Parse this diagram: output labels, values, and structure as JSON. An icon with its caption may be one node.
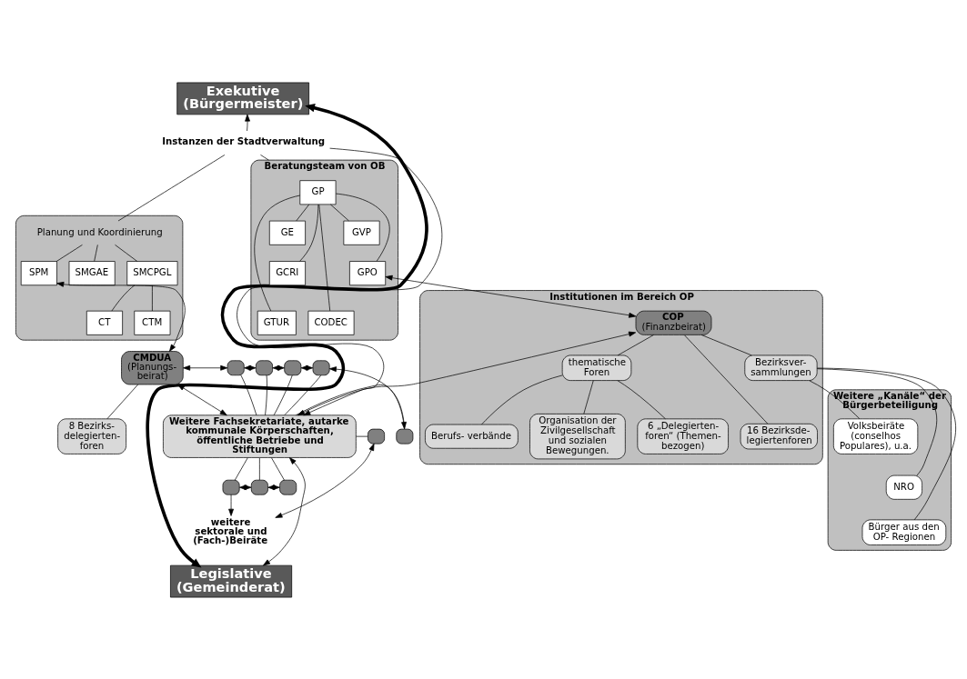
{
  "diagram": {
    "nodes": [
      {
        "text": [
          "Exekutive (Bürgermeister)"
        ]
      },
      {
        "text": [
          "Instanzen der Stadtverwaltung"
        ]
      },
      {
        "text": [],
        "shape": "box"
      },
      {
        "text": [
          "Planung und Koordinierung"
        ],
        "in": 2
      },
      {
        "text": [
          "SPM"
        ],
        "in": 2
      },
      {
        "text": [
          "SMGAE"
        ],
        "in": 2
      },
      {
        "text": [
          "SMCPGL"
        ],
        "in": 2
      },
      {
        "text": [
          "CT"
        ],
        "in": 2
      },
      {
        "text": [
          "CTM"
        ],
        "in": 2
      },
      {
        "text": [
          "Beratungsteam von OB"
        ]
      },
      {
        "text": [
          "GP"
        ],
        "in": 9
      },
      {
        "text": [
          "GE"
        ],
        "in": 9
      },
      {
        "text": [
          "GVP"
        ],
        "in": 9
      },
      {
        "text": [
          "GCRI"
        ],
        "in": 9
      },
      {
        "text": [
          "GPO"
        ],
        "in": 9
      },
      {
        "text": [
          "GTUR"
        ],
        "in": 9
      },
      {
        "text": [
          "CODEC"
        ],
        "in": 9
      },
      {
        "text": [
          "CMDUA",
          "(Planungs- beirat)"
        ]
      },
      {
        "text": [
          "8 Bezirks- delegierten- foren"
        ]
      },
      {
        "text": [
          "Weitere Fachsekretariate, autarke kommunale Körperschaften, öffentliche Betriebe und Stiftungen"
        ]
      },
      {
        "text": [],
        "shape": "box"
      },
      {
        "text": [],
        "shape": "box"
      },
      {
        "text": [],
        "shape": "box"
      },
      {
        "text": [],
        "shape": "box"
      },
      {
        "text": [],
        "shape": "box"
      },
      {
        "text": [],
        "shape": "box"
      },
      {
        "text": [],
        "shape": "box"
      },
      {
        "text": [],
        "shape": "box"
      },
      {
        "text": [],
        "shape": "box"
      },
      {
        "text": [
          "weitere sektorale und (Fach-)Beiräte"
        ]
      },
      {
        "text": [
          "Legislative (Gemeinderat)"
        ]
      },
      {
        "text": [
          "Institutionen im Bereich OP"
        ]
      },
      {
        "text": [
          "COP",
          "(Finanzbeirat)"
        ],
        "in": 31
      },
      {
        "text": [
          "Bezirksver- sammlungen"
        ],
        "in": 31
      },
      {
        "text": [
          "16 Bezirksde- legiertenforen"
        ],
        "in": 31
      },
      {
        "text": [
          "thematische Foren"
        ],
        "in": 31
      },
      {
        "text": [
          "6 „Delegierten- foren“ (Themen- bezogen)"
        ],
        "in": 31
      },
      {
        "text": [
          "Berufs- verbände"
        ],
        "in": 31
      },
      {
        "text": [
          "Organisation der Zivilgesellschaft und sozialen Bewegungen."
        ],
        "in": 31
      },
      {
        "text": [
          "Weitere „Kanäle“ der Bürgerbeteiligung"
        ]
      },
      {
        "text": [
          "Volksbeiräte (conselhos Populares), u.a."
        ],
        "in": 39
      },
      {
        "text": [
          "NRO"
        ],
        "in": 39
      },
      {
        "text": [
          "Bürger aus den OP- Regionen"
        ],
        "in": 39
      }
    ],
    "edges": [
      {
        "from": 1,
        "to": 0,
        "arrow": "to"
      },
      {
        "from": 1,
        "to": 3,
        "arrow": "none"
      },
      {
        "from": 1,
        "to": 9,
        "arrow": "none"
      },
      {
        "from": 1,
        "to": 19,
        "arrow": "to"
      },
      {
        "from": 3,
        "to": 4,
        "arrow": "none"
      },
      {
        "from": 3,
        "to": 5,
        "arrow": "none"
      },
      {
        "from": 3,
        "to": 6,
        "arrow": "none"
      },
      {
        "from": 6,
        "to": 7,
        "arrow": "none"
      },
      {
        "from": 6,
        "to": 8,
        "arrow": "none"
      },
      {
        "from": 10,
        "to": 11,
        "arrow": "none"
      },
      {
        "from": 10,
        "to": 12,
        "arrow": "none"
      },
      {
        "from": 10,
        "to": 13,
        "arrow": "none"
      },
      {
        "from": 10,
        "to": 14,
        "arrow": "none"
      },
      {
        "from": 10,
        "to": 15,
        "arrow": "none"
      },
      {
        "from": 10,
        "to": 16,
        "arrow": "none"
      },
      {
        "from": 0,
        "to": 30,
        "arrow": "both",
        "style": "thick"
      },
      {
        "from": 17,
        "to": 4,
        "arrow": "both"
      },
      {
        "from": 17,
        "to": 20,
        "arrow": "both"
      },
      {
        "from": 20,
        "to": 21,
        "arrow": "both"
      },
      {
        "from": 21,
        "to": 22,
        "arrow": "both"
      },
      {
        "from": 22,
        "to": 23,
        "arrow": "both"
      },
      {
        "from": 23,
        "to": 24,
        "arrow": "both"
      },
      {
        "from": 32,
        "to": 19,
        "arrow": "both"
      },
      {
        "from": 14,
        "to": 32,
        "arrow": "both"
      },
      {
        "from": 17,
        "to": 19,
        "arrow": "both"
      },
      {
        "from": 17,
        "to": 18,
        "arrow": "none"
      },
      {
        "from": 19,
        "to": 20,
        "arrow": "none"
      },
      {
        "from": 19,
        "to": 21,
        "arrow": "none"
      },
      {
        "from": 19,
        "to": 22,
        "arrow": "none"
      },
      {
        "from": 19,
        "to": 23,
        "arrow": "none"
      },
      {
        "from": 19,
        "to": 24,
        "arrow": "none"
      },
      {
        "from": 19,
        "to": 25,
        "arrow": "none"
      },
      {
        "from": 19,
        "to": 26,
        "arrow": "none"
      },
      {
        "from": 19,
        "to": 27,
        "arrow": "none"
      },
      {
        "from": 19,
        "to": 28,
        "arrow": "none"
      },
      {
        "from": 26,
        "to": 27,
        "arrow": "both"
      },
      {
        "from": 27,
        "to": 28,
        "arrow": "both"
      },
      {
        "from": 26,
        "to": 29,
        "arrow": "to"
      },
      {
        "from": 29,
        "to": 25,
        "arrow": "both"
      },
      {
        "from": 30,
        "to": 19,
        "arrow": "both"
      },
      {
        "from": 32,
        "to": 33,
        "arrow": "none"
      },
      {
        "from": 32,
        "to": 34,
        "arrow": "none"
      },
      {
        "from": 32,
        "to": 35,
        "arrow": "none"
      },
      {
        "from": 35,
        "to": 36,
        "arrow": "none"
      },
      {
        "from": 35,
        "to": 37,
        "arrow": "none"
      },
      {
        "from": 35,
        "to": 38,
        "arrow": "none"
      },
      {
        "from": 33,
        "to": 40,
        "arrow": "none"
      },
      {
        "from": 33,
        "to": 41,
        "arrow": "none"
      },
      {
        "from": 33,
        "to": 42,
        "arrow": "none"
      }
    ]
  }
}
